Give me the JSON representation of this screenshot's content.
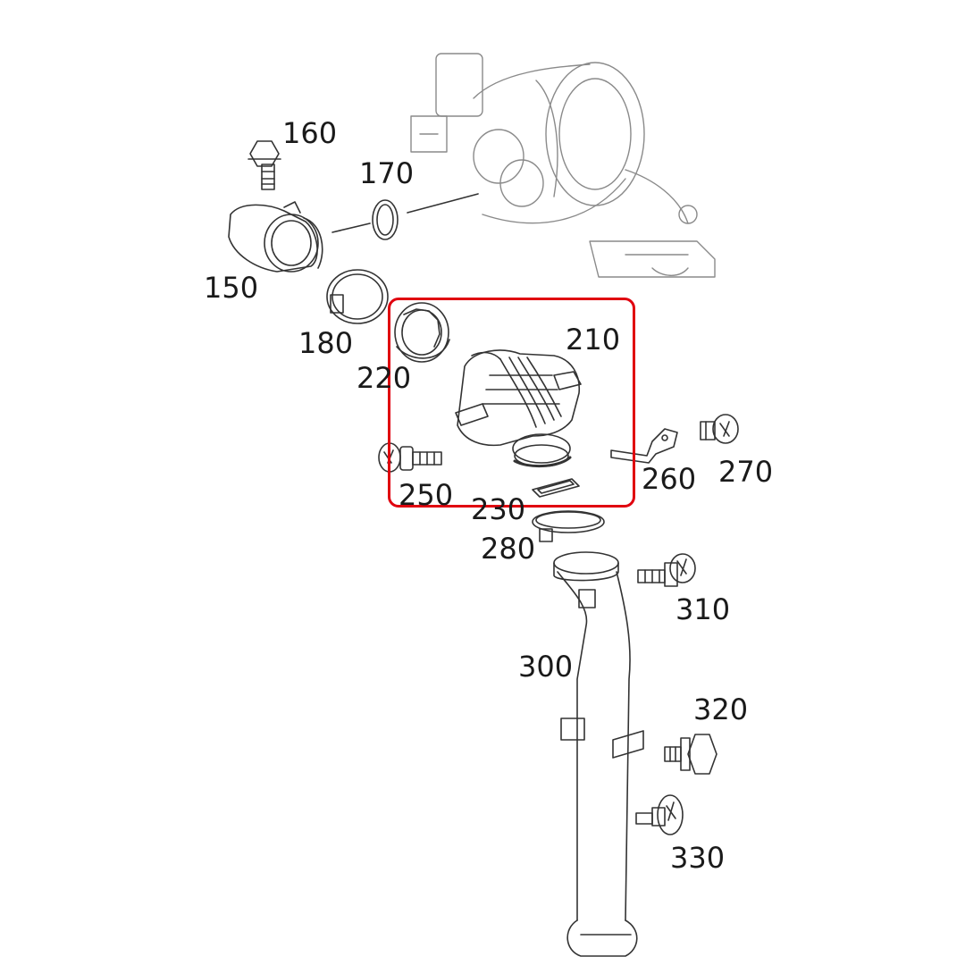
{
  "diagram": {
    "type": "exploded-parts-diagram",
    "line_color": "#333333",
    "highlight_color": "#e0000f",
    "highlighted_part": "210",
    "parts": [
      {
        "id": "160",
        "label": "160"
      },
      {
        "id": "170",
        "label": "170"
      },
      {
        "id": "150",
        "label": "150"
      },
      {
        "id": "180",
        "label": "180"
      },
      {
        "id": "220",
        "label": "220"
      },
      {
        "id": "210",
        "label": "210"
      },
      {
        "id": "260",
        "label": "260"
      },
      {
        "id": "270",
        "label": "270"
      },
      {
        "id": "250",
        "label": "250"
      },
      {
        "id": "230",
        "label": "230"
      },
      {
        "id": "280",
        "label": "280"
      },
      {
        "id": "310",
        "label": "310"
      },
      {
        "id": "300",
        "label": "300"
      },
      {
        "id": "320",
        "label": "320"
      },
      {
        "id": "330",
        "label": "330"
      }
    ]
  }
}
